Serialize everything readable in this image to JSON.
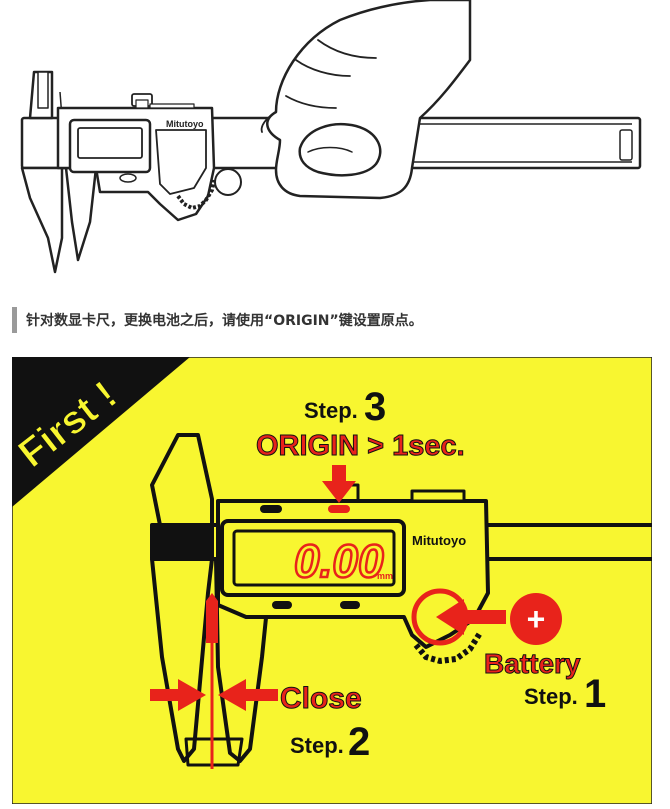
{
  "top_illustration": {
    "brand": "Mitutoyo"
  },
  "caption": {
    "text": "针对数显卡尺，更换电池之后，请使用“ORIGIN”键设置原点。"
  },
  "instruction_panel": {
    "banner_text": "First !",
    "brand": "Mitutoyo",
    "display_value": "0.00",
    "display_unit": "mm",
    "step1": {
      "label": "Step.",
      "number": "1",
      "text": "Battery",
      "symbol": "+"
    },
    "step2": {
      "label": "Step.",
      "number": "2",
      "text": "Close"
    },
    "step3": {
      "label": "Step.",
      "number": "3",
      "text": "ORIGIN > 1sec."
    },
    "colors": {
      "panel_yellow": "#f8f630",
      "accent_red": "#e8231b",
      "ink": "#111111"
    }
  }
}
